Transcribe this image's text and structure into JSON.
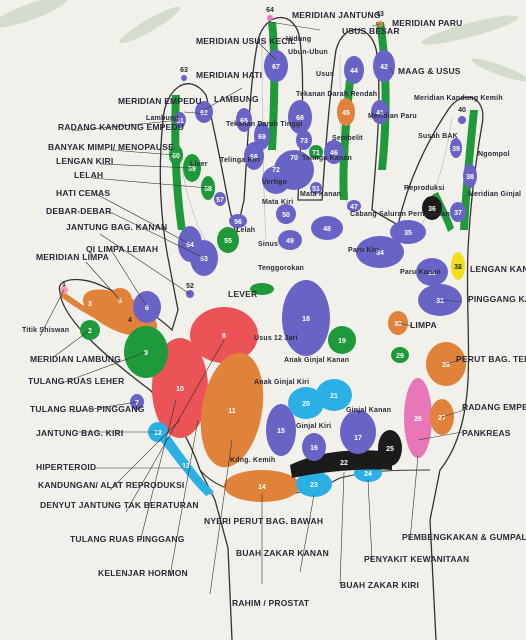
{
  "colors": {
    "background": "#f2f0ea",
    "purple": "#6a63c6",
    "green": "#1f9a3a",
    "orange": "#e0823a",
    "red": "#ec5356",
    "cyan": "#2bb0e6",
    "pink": "#e877b8",
    "yellow": "#f1df1c",
    "black": "#1b1b1b",
    "outline": "#333333"
  },
  "labels": {
    "meridian_jantung": "MERIDIAN JANTUNG",
    "meridian_paru": "MERIDIAN PARU",
    "meridian_usus_kecil": "MERIDIAN USUS KECIL",
    "hidung": "Hidung",
    "usus_besar": "USUS BESAR",
    "ubun_ubun": "Ubun-Ubun",
    "meridian_hati": "MERIDIAN HATI",
    "usus": "Usus",
    "maag_usus": "MAAG & USUS",
    "meridian_empedu": "MERIDIAN EMPEDU",
    "lambung_top": "LAMBUNG",
    "tekanan_darah_rendah": "Tekanan Darah Rendah",
    "meridian_kandung_kemih": "Meridian Kandung Kemih",
    "lambung_finger": "Lambung",
    "radang_kandung_empedu": "RADANG KANDUNG EMPEDU",
    "tekanan_darah_tinggi": "Tekanan Darah Tinggi",
    "sembelit": "Sembelit",
    "meridian_paru_small": "Meridian Paru",
    "banyak_mimpi": "BANYAK MIMPI/ MENOPAUSE",
    "susah_bak": "Susah BAK",
    "ngompol": "Ngompol",
    "lengan_kiri": "LENGAN KIRI",
    "telinga_kiri": "Telinga Kiri",
    "telinga_kanan": "Telinga Kanan",
    "liver": "Liver",
    "lelah_left": "LELAH",
    "vertigo": "Vertigo",
    "hati_cemas": "HATI CEMAS",
    "mata_kiri": "Mata Kiri",
    "mata_kanan": "Mata Kanan",
    "reproduksi": "Reproduksi",
    "meridian_ginjal": "Meridian Ginjal",
    "debar_debar": "DEBAR-DEBAR",
    "lelah_hand": "Lelah",
    "cabang_saluran": "Cabang Saluran Pernapasan",
    "jantung_bag_kanan": "JANTUNG BAG. KANAN",
    "sinus": "Sinus",
    "qi_limpa_lemah": "QI LIMPA LEMAH",
    "paru_kiri": "Paru Kiri",
    "tenggorokan": "Tenggorokan",
    "paru_kanan": "Paru Kanan",
    "meridian_limpa": "MERIDIAN LIMPA",
    "lengan_kanan": "LENGAN KANAN",
    "lever": "LEVER",
    "pinggang_kanan": "PINGGANG KANAN",
    "titik_shiswan": "Titik Shiswan",
    "usus_12_jari": "Usus 12 Jari",
    "limpa": "LIMPA",
    "meridian_lambung": "MERIDIAN LAMBUNG",
    "anak_ginjal_kanan": "Anak Ginjal Kanan",
    "perut_bag_tengah": "PERUT BAG. TENGAH",
    "tulang_ruas_leher": "TULANG RUAS LEHER",
    "anak_ginjal_kiri": "Anak Ginjal Kiri",
    "tulang_ruas_pinggang": "TULANG RUAS PINGGANG",
    "ginjal_kanan": "Ginjal Kanan",
    "ginjal_kiri": "Ginjal Kiri",
    "radang_empedu": "RADANG EMPEDU",
    "jantung_bag_kiri": "JANTUNG BAG. KIRI",
    "pankreas": "PANKREAS",
    "kdng_kemih": "Kdng. Kemih",
    "hiperteroid": "HIPERTEROID",
    "kandungan": "KANDUNGAN/ ALAT REPRODUKSI",
    "denyut_jantung": "DENYUT JANTUNG TAK BERATURAN",
    "nyeri_perut": "NYERI PERUT BAG. BAWAH",
    "tulang_ruas_pinggang_2": "TULANG RUAS PINGGANG",
    "pembengkakan": "PEMBENGKAKAN & GUMPALAN",
    "buah_zakar_kanan": "BUAH ZAKAR KANAN",
    "penyakit_kewanitaan": "PENYAKIT KEWANITAAN",
    "kelenjar_hormon": "KELENJAR HORMON",
    "buah_zakar_kiri": "BUAH ZAKAR KIRI",
    "rahim_prostat": "RAHIM / PROSTAT"
  },
  "numbers": {
    "n1": "1",
    "n2": "2",
    "n3": "3",
    "n4": "4",
    "n5": "5",
    "n6": "6",
    "n7": "7",
    "n8": "8",
    "n9": "9",
    "n10": "10",
    "n11": "11",
    "n12": "12",
    "n13": "13",
    "n14": "14",
    "n15": "15",
    "n16": "16",
    "n17": "17",
    "n18": "18",
    "n19": "19",
    "n20": "20",
    "n21": "21",
    "n22": "22",
    "n23": "23",
    "n24": "24",
    "n25": "25",
    "n26": "26",
    "n27": "27",
    "n28": "28",
    "n29": "29",
    "n30": "30",
    "n31": "31",
    "n32": "32",
    "n33": "33",
    "n34": "34",
    "n35": "35",
    "n36": "36",
    "n37": "37",
    "n38": "38",
    "n39": "39",
    "n40": "40",
    "n41": "41",
    "n42": "42",
    "n43": "43",
    "n44": "44",
    "n45": "45",
    "n46": "46",
    "n47": "47",
    "n48": "48",
    "n49": "49",
    "n50": "50",
    "n51": "51",
    "n52": "52",
    "n53": "53",
    "n54": "54",
    "n55": "55",
    "n56": "56",
    "n57": "57",
    "n58": "58",
    "n59": "59",
    "n60": "60",
    "n61": "61",
    "n62": "62",
    "n63": "63",
    "n64": "64",
    "n65": "65",
    "n66": "66",
    "n67": "67",
    "n68": "68",
    "n69": "69",
    "n70": "70",
    "n71": "71",
    "n72": "72",
    "n73": "73"
  }
}
